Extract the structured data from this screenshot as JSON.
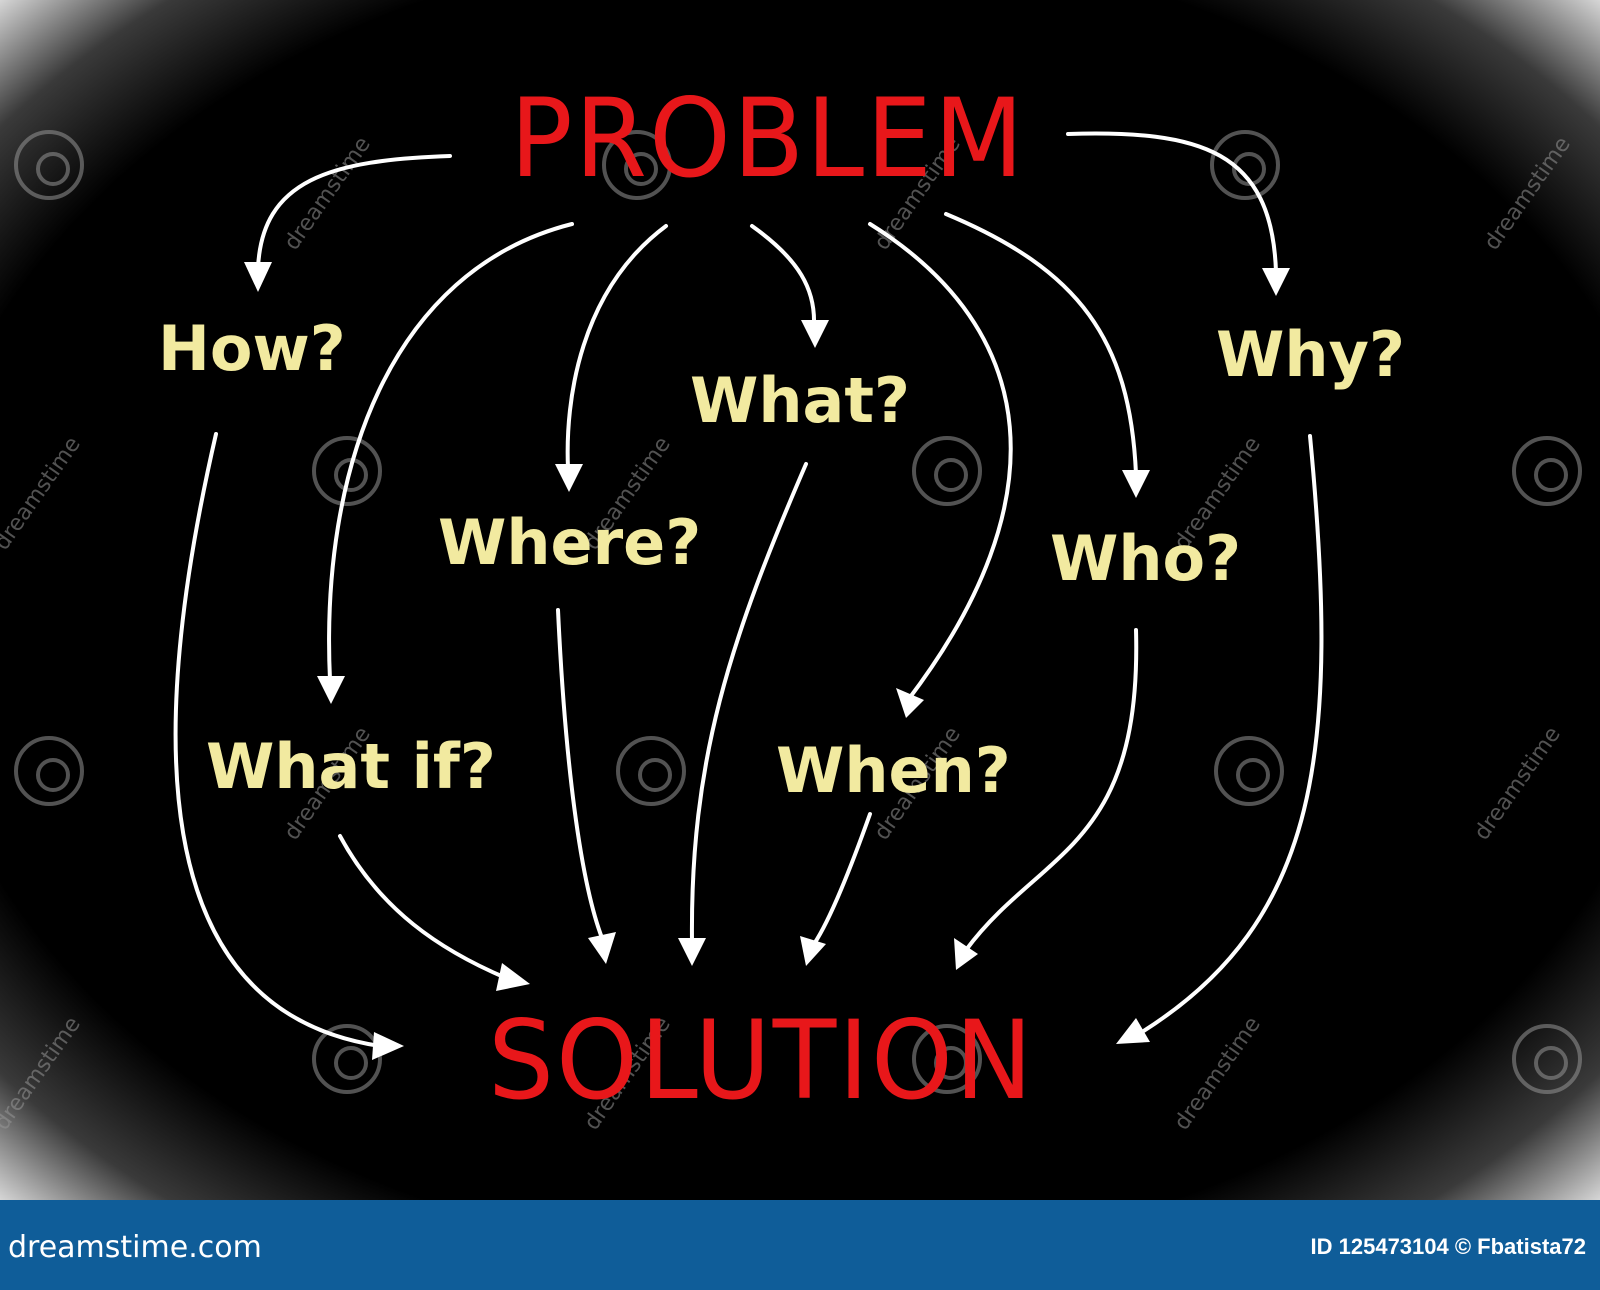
{
  "diagram": {
    "start": "PROBLEM",
    "end": "SOLUTION",
    "questions": {
      "how": "How?",
      "what": "What?",
      "why": "Why?",
      "where": "Where?",
      "who": "Who?",
      "what_if": "What if?",
      "when": "When?"
    },
    "colors": {
      "background": "#000000",
      "start_end_text": "#e8171a",
      "question_text": "#f2eaa0",
      "arrows": "#ffffff"
    }
  },
  "watermark": {
    "text": "dreamstime",
    "icon": "spiral-icon"
  },
  "footer": {
    "site": "dreamstime.com",
    "credit": "ID 125473104 © Fbatista72",
    "background": "#0f5d99"
  }
}
